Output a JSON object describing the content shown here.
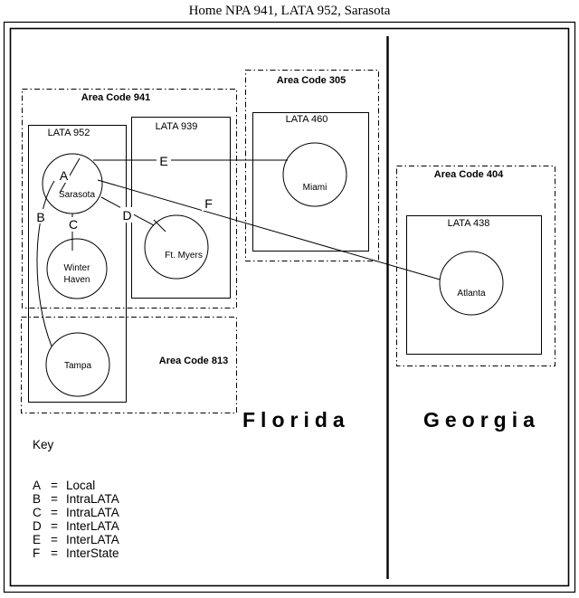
{
  "caption": "Home NPA 941, LATA 952, Sarasota",
  "area_codes": {
    "ac941": "Area Code 941",
    "ac305": "Area Code 305",
    "ac813": "Area Code 813",
    "ac404": "Area Code 404"
  },
  "latas": {
    "l952": "LATA 952",
    "l939": "LATA 939",
    "l460": "LATA 460",
    "l438": "LATA 438"
  },
  "cities": {
    "sarasota": "Sarasota",
    "winter_haven_line1": "Winter",
    "winter_haven_line2": "Haven",
    "tampa": "Tampa",
    "ft_myers": "Ft. Myers",
    "miami": "Miami",
    "atlanta": "Atlanta"
  },
  "connections": {
    "A": "A",
    "B": "B",
    "C": "C",
    "D": "D",
    "E": "E",
    "F": "F"
  },
  "states": {
    "florida": "Florida",
    "georgia": "Georgia"
  },
  "key": {
    "title": "Key",
    "items": [
      {
        "letter": "A",
        "eq": "=",
        "label": "Local"
      },
      {
        "letter": "B",
        "eq": "=",
        "label": "IntraLATA"
      },
      {
        "letter": "C",
        "eq": "=",
        "label": "IntraLATA"
      },
      {
        "letter": "D",
        "eq": "=",
        "label": "InterLATA"
      },
      {
        "letter": "E",
        "eq": "=",
        "label": "InterLATA"
      },
      {
        "letter": "F",
        "eq": "=",
        "label": "InterState"
      }
    ]
  }
}
